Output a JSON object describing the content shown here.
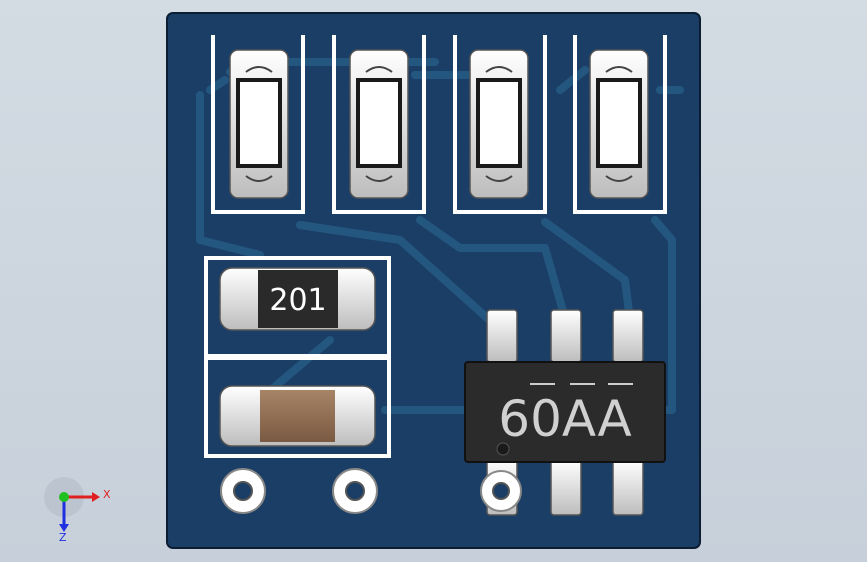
{
  "viewport": {
    "background_top": "#d3dbe3",
    "background_bottom": "#c7d0da"
  },
  "board": {
    "substrate_color": "#1b3e66",
    "trace_color": "#24577f",
    "silkscreen_color": "#ffffff",
    "pad_color": "#d8d8d8",
    "resistor_marking": "201",
    "ic_marking": "60AA",
    "resistor_color": "#2a2a2a",
    "capacitor_color": "#8c6c52",
    "ic_body_color": "#2b2b2b"
  },
  "triad": {
    "x_label": "X",
    "z_label": "Z",
    "x_color": "#e02020",
    "y_color": "#20c020",
    "z_color": "#2030e0"
  }
}
